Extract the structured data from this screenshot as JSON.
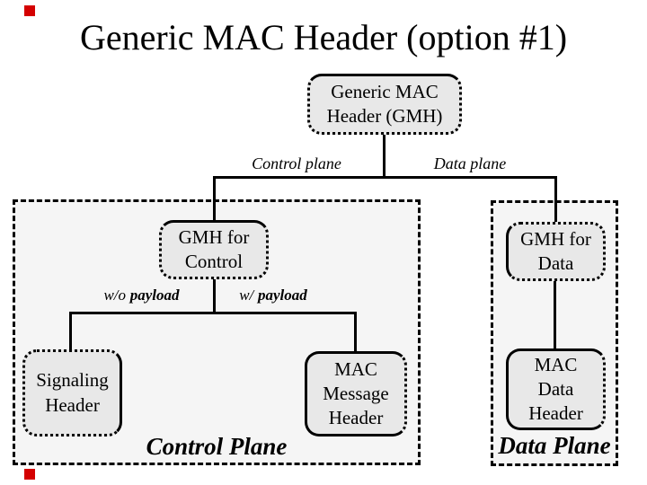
{
  "slide": {
    "title": "Generic MAC Header (option #1)",
    "colors": {
      "background": "#ffffff",
      "node_fill": "#e8e8e8",
      "container_fill": "#f5f5f5",
      "line": "#000000",
      "corner_marker": "#d40000"
    },
    "tree": {
      "root": {
        "line1": "Generic MAC",
        "line2": "Header (GMH)"
      },
      "branch_left_label": "Control plane",
      "branch_right_label": "Data plane",
      "gmh_control": {
        "line1": "GMH for",
        "line2": "Control"
      },
      "gmh_data": {
        "line1": "GMH for",
        "line2": "Data"
      },
      "without_payload": {
        "prefix": "w/o",
        "bold": "payload"
      },
      "with_payload": {
        "prefix": "w/",
        "bold": "payload"
      },
      "signaling_header": {
        "line1": "Signaling",
        "line2": "Header"
      },
      "mac_message_header": {
        "line1": "MAC",
        "line2": "Message",
        "line3": "Header"
      },
      "mac_data_header": {
        "line1": "MAC",
        "line2": "Data",
        "line3": "Header"
      }
    },
    "containers": {
      "control_plane_label": "Control Plane",
      "data_plane_label": "Data Plane"
    }
  }
}
